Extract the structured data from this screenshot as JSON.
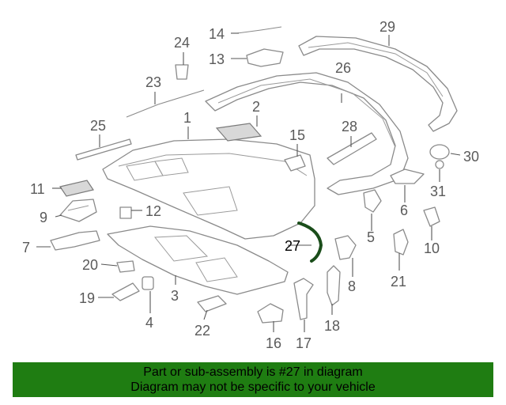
{
  "diagram": {
    "labels": {
      "p1": "1",
      "p2": "2",
      "p3": "3",
      "p4": "4",
      "p5": "5",
      "p6": "6",
      "p7": "7",
      "p8": "8",
      "p9": "9",
      "p10": "10",
      "p11": "11",
      "p12": "12",
      "p13": "13",
      "p14": "14",
      "p15": "15",
      "p16": "16",
      "p17": "17",
      "p18": "18",
      "p19": "19",
      "p20": "20",
      "p21": "21",
      "p22": "22",
      "p23": "23",
      "p24": "24",
      "p25": "25",
      "p26": "26",
      "p27": "27",
      "p28": "28",
      "p29": "29",
      "p30": "30",
      "p31": "31"
    },
    "highlight_color": "#1a4d1a"
  },
  "banner": {
    "line1": "Part or sub-assembly is #27 in diagram",
    "line2": "Diagram may not be specific to your vehicle",
    "background": "#1f7d12"
  }
}
